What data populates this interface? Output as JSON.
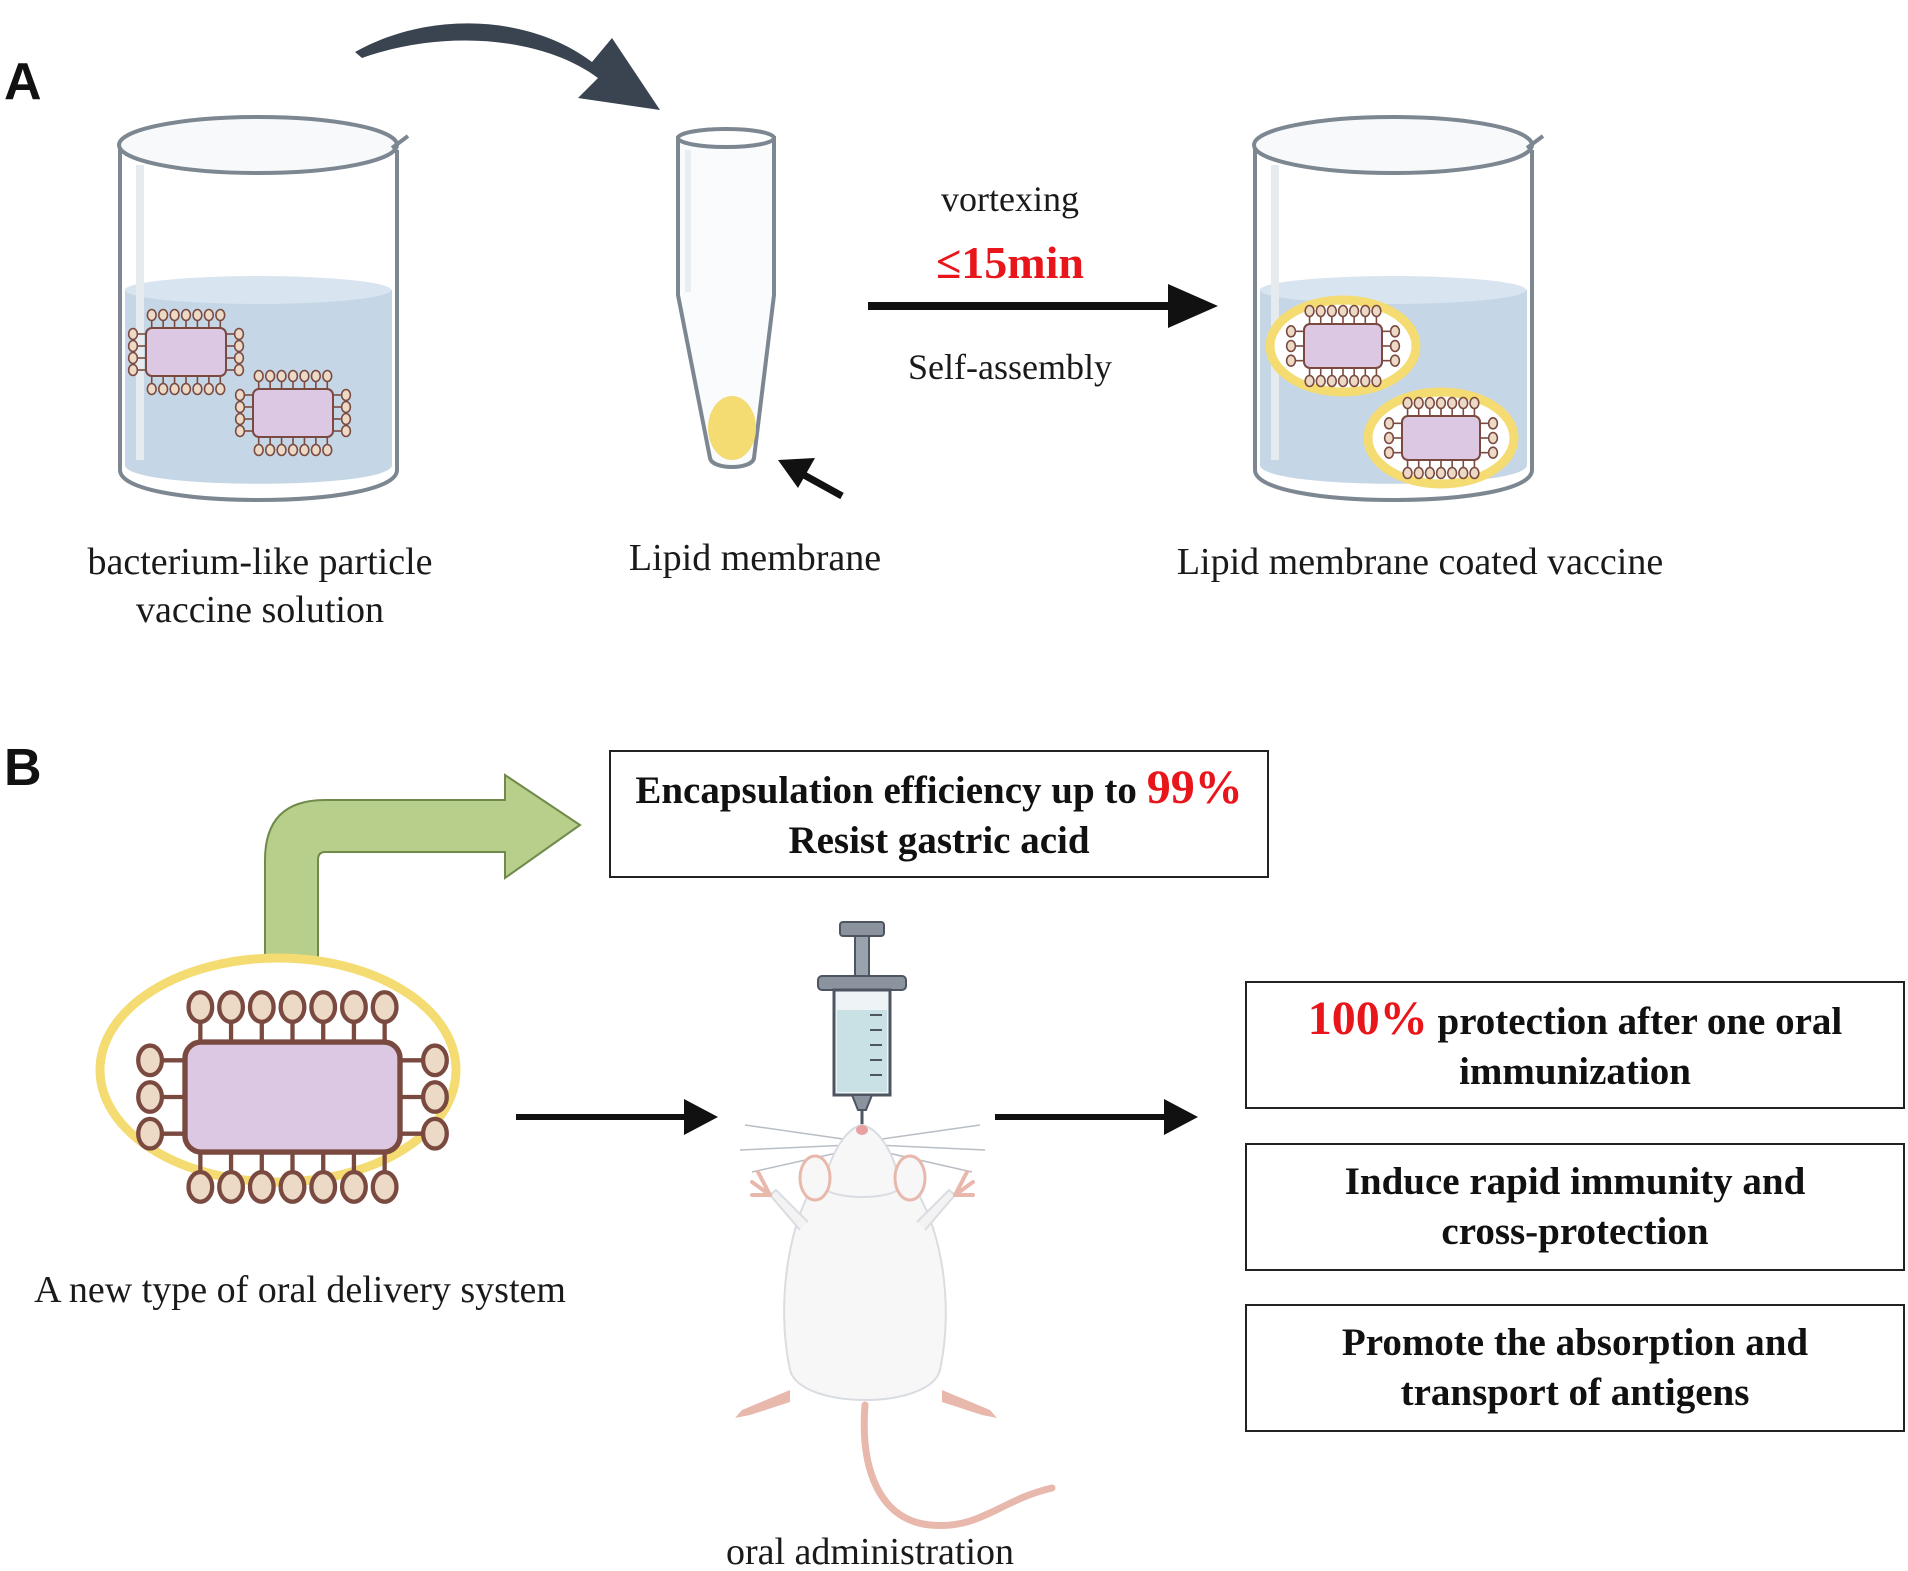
{
  "panel_a": {
    "label": "A",
    "beaker_left_caption_line1": "bacterium-like particle",
    "beaker_left_caption_line2": "vaccine solution",
    "tube_caption": "Lipid membrane",
    "arrow_top_label": "vortexing",
    "arrow_time_label": "≤15min",
    "arrow_bottom_label": "Self-assembly",
    "beaker_right_caption": "Lipid membrane coated vaccine"
  },
  "panel_b": {
    "label": "B",
    "particle_caption": "A new type of oral delivery system",
    "mouse_caption": "oral administration",
    "box_top": {
      "line1_prefix": "Encapsulation efficiency up to",
      "line1_highlight": "99%",
      "line2": "Resist gastric acid"
    },
    "box_1": {
      "highlight": "100%",
      "line1_rest": "protection after one oral",
      "line2": "immunization"
    },
    "box_2": {
      "line1": "Induce rapid immunity and",
      "line2": "cross-protection"
    },
    "box_3": {
      "line1": "Promote the absorption and",
      "line2": "transport of antigens"
    }
  },
  "colors": {
    "highlight_red": "#e8161b",
    "liquid_blue": "#c5d6e6",
    "particle_purple": "#dcc8e2",
    "membrane_yellow": "#f4dc72",
    "lipid_beige": "#ecd9c6",
    "curved_arrow_dark": "#3a4350",
    "green_arrow": "#b8cf8b"
  }
}
